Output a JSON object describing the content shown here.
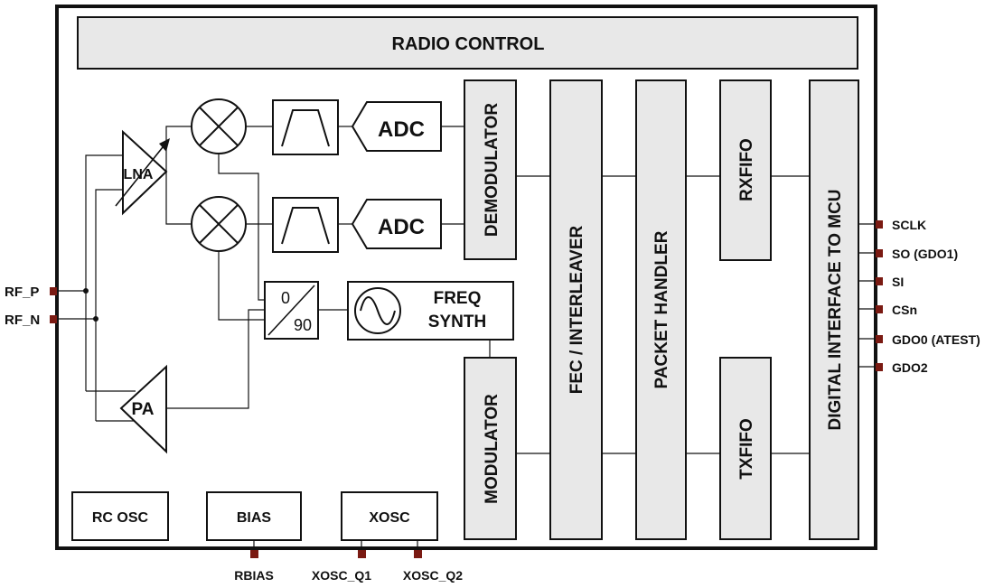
{
  "blocks": {
    "radio_control": "RADIO CONTROL",
    "adc_top": "ADC",
    "adc_bottom": "ADC",
    "lna": "LNA",
    "pa": "PA",
    "phase_0": "0",
    "phase_90": "90",
    "freq_synth_line1": "FREQ",
    "freq_synth_line2": "SYNTH",
    "demodulator": "DEMODULATOR",
    "modulator": "MODULATOR",
    "fec_interleaver": "FEC / INTERLEAVER",
    "packet_handler": "PACKET HANDLER",
    "rxfifo": "RXFIFO",
    "txfifo": "TXFIFO",
    "digital_interface": "DIGITAL INTERFACE TO MCU",
    "rc_osc": "RC OSC",
    "bias": "BIAS",
    "xosc": "XOSC"
  },
  "pins": {
    "rf_p": "RF_P",
    "rf_n": "RF_N",
    "sclk": "SCLK",
    "so": "SO (GDO1)",
    "si": "SI",
    "csn": "CSn",
    "gdo0": "GDO0 (ATEST)",
    "gdo2": "GDO2",
    "rbias": "RBIAS",
    "xosc_q1": "XOSC_Q1",
    "xosc_q2": "XOSC_Q2"
  },
  "colors": {
    "block_fill": "#e8e8e8",
    "pin_color": "#7a1a12",
    "line_color": "#111111"
  }
}
